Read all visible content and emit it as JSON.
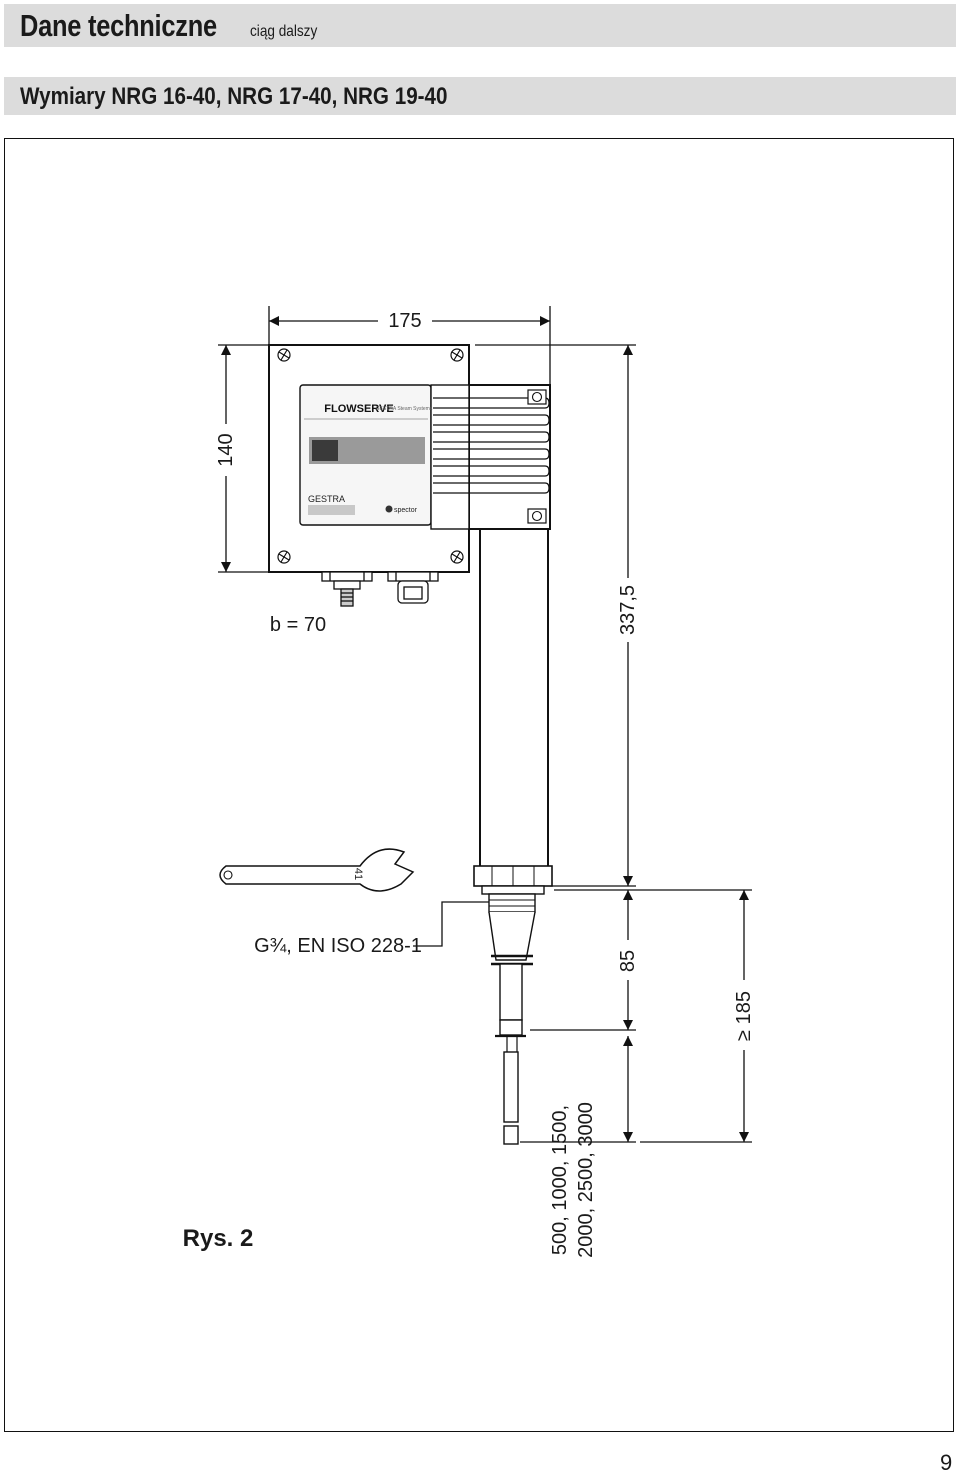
{
  "header": {
    "title": "Dane techniczne",
    "subtitle": "ciąg dalszy"
  },
  "section": {
    "title": "Wymiary NRG 16-40, NRG 17-40, NRG 19-40"
  },
  "drawing": {
    "dim_width": "175",
    "dim_height": "140",
    "dim_b": "b = 70",
    "dim_total_height": "337,5",
    "dim_thread_length": "85",
    "dim_min_clearance": "≥ 185",
    "thread_label": "G¾, EN ISO 228-1",
    "wrench_size": "41",
    "electrode_lengths_line1": "500, 1000, 1500,",
    "electrode_lengths_line2": "2000, 2500, 3000",
    "figure_label": "Rys. 2",
    "device_brand": "FLOWSERVE",
    "device_subbrand": "GESTRA Steam Systems",
    "device_maker": "GESTRA",
    "device_series": "spector"
  },
  "page_number": "9"
}
